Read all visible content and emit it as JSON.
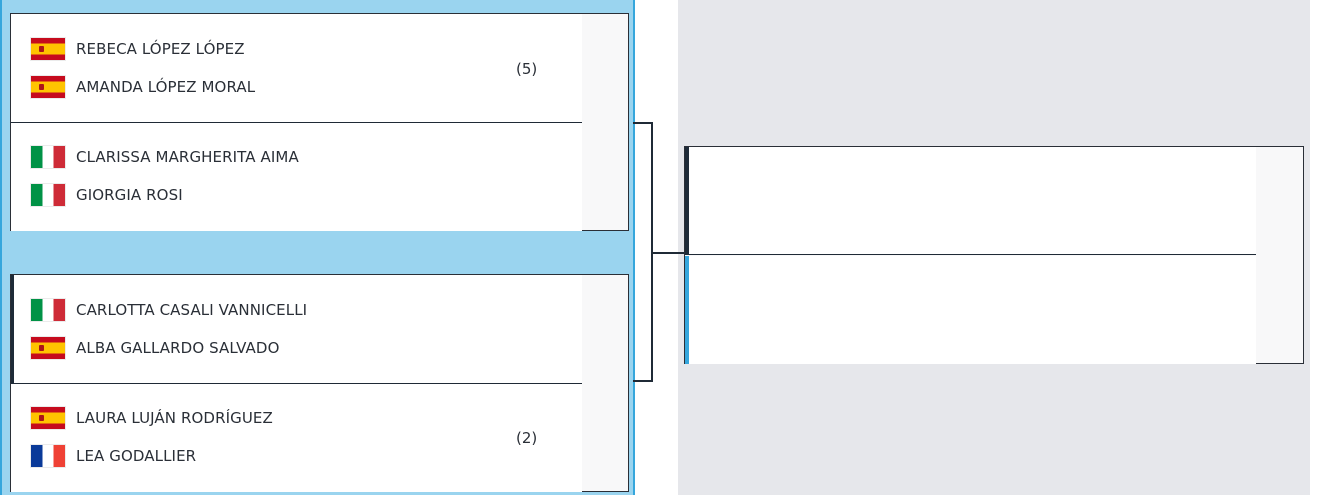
{
  "matches": [
    {
      "teams": [
        {
          "players": [
            {
              "name": "REBECA LÓPEZ LÓPEZ",
              "flag": "spain-flag-icon"
            },
            {
              "name": "AMANDA LÓPEZ MORAL",
              "flag": "spain-flag-icon"
            }
          ],
          "seed": "(5)"
        },
        {
          "players": [
            {
              "name": "CLARISSA MARGHERITA AIMA",
              "flag": "italy-flag-icon"
            },
            {
              "name": "GIORGIA ROSI",
              "flag": "italy-flag-icon"
            }
          ],
          "seed": ""
        }
      ]
    },
    {
      "teams": [
        {
          "players": [
            {
              "name": "CARLOTTA CASALI VANNICELLI",
              "flag": "italy-flag-icon"
            },
            {
              "name": "ALBA GALLARDO SALVADO",
              "flag": "spain-flag-icon"
            }
          ],
          "seed": ""
        },
        {
          "players": [
            {
              "name": "LAURA LUJÁN RODRÍGUEZ",
              "flag": "spain-flag-icon"
            },
            {
              "name": "LEA GODALLIER",
              "flag": "france-flag-icon"
            }
          ],
          "seed": "(2)"
        }
      ]
    }
  ],
  "colors": {
    "highlight_band": "#9ad4ef",
    "accent_blue": "#35a6dc",
    "dark_navy": "#1e2b38",
    "next_round_bg": "#e6e7eb"
  }
}
